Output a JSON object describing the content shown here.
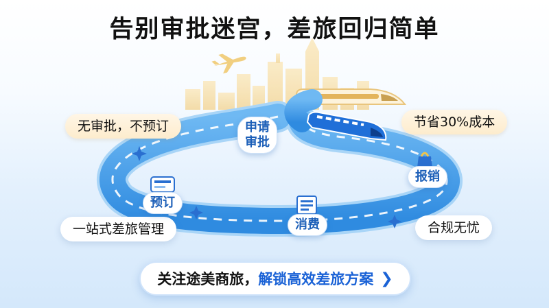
{
  "title": "告别审批迷宫，差旅回归简单",
  "features": {
    "no_approval": "无审批，不预订",
    "save_cost": "节省30%成本",
    "one_stop": "一站式差旅管理",
    "compliance": "合规无忧"
  },
  "steps": {
    "apply_line1": "申请",
    "apply_line2": "审批",
    "book": "预订",
    "consume": "消费",
    "reimburse": "报销"
  },
  "cta": {
    "prefix": "关注途美商旅，",
    "highlight": "解锁高效差旅方案",
    "arrow": "❯"
  },
  "icons": [
    "airplane-icon",
    "bullet-train-icon",
    "skyline-icon",
    "order-card-icon",
    "receipt-icon",
    "bag-icon",
    "sparkle-icon"
  ],
  "colors": {
    "road": "#3f9be8",
    "road_light": "#8cc6f4",
    "pill": "#fdeccd",
    "accent": "#1a62d6"
  }
}
